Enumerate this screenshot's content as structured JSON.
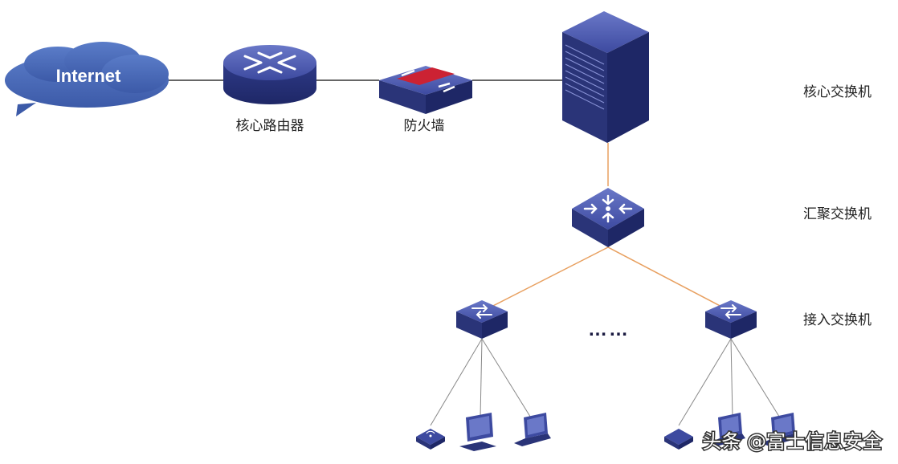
{
  "cloud": {
    "label": "Internet"
  },
  "devices": {
    "core_router": {
      "label": "核心路由器"
    },
    "firewall": {
      "label": "防火墙"
    }
  },
  "tiers": {
    "core": "核心交换机",
    "aggregation": "汇聚交换机",
    "access": "接入交换机"
  },
  "ellipsis": "……",
  "watermark": "头条 @富士信息安全",
  "colors": {
    "device_blue": "#3d4aa0",
    "device_dark": "#2a3478",
    "cloud": "#4a6cb8",
    "link_dark": "#333333",
    "link_orange": "#e8a060",
    "firewall_red": "#cc2233"
  }
}
